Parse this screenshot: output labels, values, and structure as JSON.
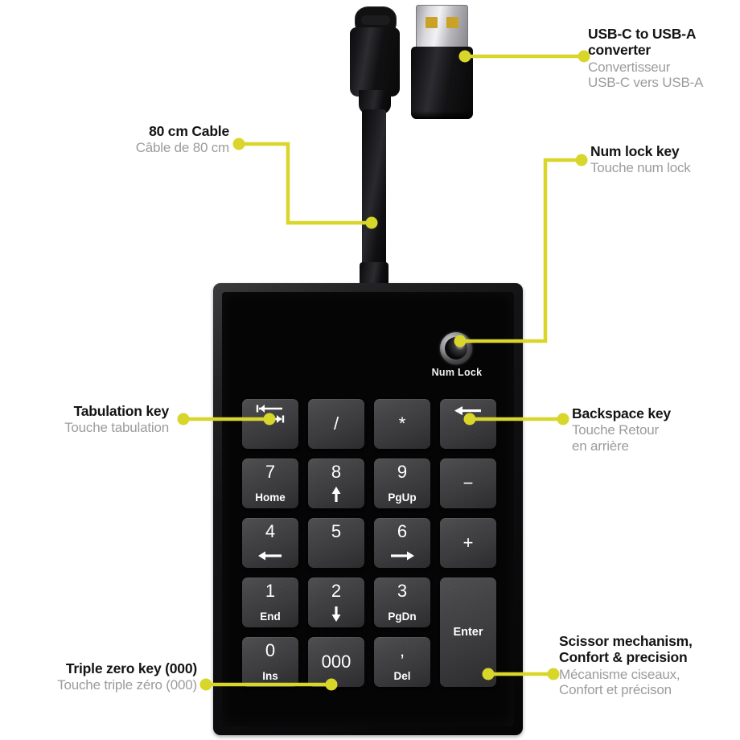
{
  "page": {
    "background_color": "#ffffff",
    "accent_color": "#d9d62b",
    "title_color": "#141414",
    "subtitle_color": "#9c9c9c"
  },
  "callouts": [
    {
      "id": "usb-converter",
      "title": "USB-C to USB-A\nconverter",
      "subtitle": "Convertisseur\nUSB-C vers USB-A",
      "align": "left"
    },
    {
      "id": "cable",
      "title": "80 cm Cable",
      "subtitle": "Câble de 80 cm",
      "align": "right"
    },
    {
      "id": "num-lock",
      "title": "Num lock key",
      "subtitle": "Touche num lock",
      "align": "left"
    },
    {
      "id": "tabulation",
      "title": "Tabulation key",
      "subtitle": "Touche tabulation",
      "align": "right"
    },
    {
      "id": "backspace",
      "title": "Backspace key",
      "subtitle": "Touche Retour\nen arrière",
      "align": "left"
    },
    {
      "id": "triple-zero",
      "title": "Triple zero key (000)",
      "subtitle": "Touche triple zéro (000)",
      "align": "right"
    },
    {
      "id": "scissor",
      "title": "Scissor mechanism,\nConfort & precision",
      "subtitle": "Mécanisme ciseaux,\nConfort et précison",
      "align": "left"
    }
  ],
  "device": {
    "indicator": {
      "name": "num-lock-indicator",
      "caption": "Num Lock"
    },
    "keys": [
      {
        "id": "tab",
        "main": "tab-arrows-icon",
        "sub": "",
        "row": 0,
        "col": 0,
        "type": "icon"
      },
      {
        "id": "divide",
        "main": "/",
        "sub": "",
        "row": 0,
        "col": 1,
        "type": "text-center"
      },
      {
        "id": "multiply",
        "main": "*",
        "sub": "",
        "row": 0,
        "col": 2,
        "type": "text-center"
      },
      {
        "id": "backspace",
        "main": "arrow-left-icon",
        "sub": "",
        "row": 0,
        "col": 3,
        "type": "icon"
      },
      {
        "id": "num7",
        "main": "7",
        "sub": "Home",
        "row": 1,
        "col": 0,
        "type": "text"
      },
      {
        "id": "num8",
        "main": "8",
        "sub": "arrow-up-icon",
        "row": 1,
        "col": 1,
        "type": "text-icon"
      },
      {
        "id": "num9",
        "main": "9",
        "sub": "PgUp",
        "row": 1,
        "col": 2,
        "type": "text"
      },
      {
        "id": "minus",
        "main": "−",
        "sub": "",
        "row": 1,
        "col": 3,
        "type": "text-center"
      },
      {
        "id": "num4",
        "main": "4",
        "sub": "arrow-left-icon",
        "row": 2,
        "col": 0,
        "type": "text-icon"
      },
      {
        "id": "num5",
        "main": "5",
        "sub": "",
        "row": 2,
        "col": 1,
        "type": "text"
      },
      {
        "id": "num6",
        "main": "6",
        "sub": "arrow-right-icon",
        "row": 2,
        "col": 2,
        "type": "text-icon"
      },
      {
        "id": "plus",
        "main": "+",
        "sub": "",
        "row": 2,
        "col": 3,
        "type": "text-center"
      },
      {
        "id": "num1",
        "main": "1",
        "sub": "End",
        "row": 3,
        "col": 0,
        "type": "text"
      },
      {
        "id": "num2",
        "main": "2",
        "sub": "arrow-down-icon",
        "row": 3,
        "col": 1,
        "type": "text-icon"
      },
      {
        "id": "num3",
        "main": "3",
        "sub": "PgDn",
        "row": 3,
        "col": 2,
        "type": "text"
      },
      {
        "id": "enter",
        "main": "Enter",
        "sub": "",
        "row": 3,
        "col": 3,
        "type": "tall"
      },
      {
        "id": "num0",
        "main": "0",
        "sub": "Ins",
        "row": 4,
        "col": 0,
        "type": "text"
      },
      {
        "id": "triplezero",
        "main": "000",
        "sub": "",
        "row": 4,
        "col": 1,
        "type": "text"
      },
      {
        "id": "comma",
        "main": ",",
        "sub": "Del",
        "row": 4,
        "col": 2,
        "type": "text"
      }
    ]
  },
  "connectors": {
    "usb_c": "usb-c-plug",
    "usb_a": "usb-a-adapter",
    "cable": "cable-cord"
  }
}
